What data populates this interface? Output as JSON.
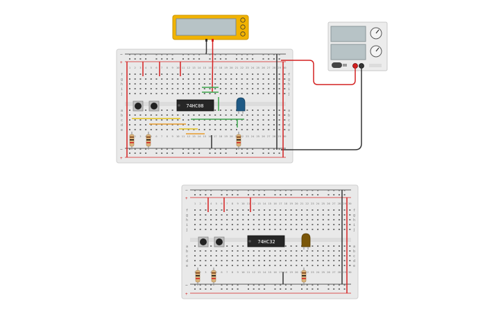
{
  "canvas": {
    "background": "#ffffff"
  },
  "multimeter": {
    "display_text": "",
    "body_color": "#f2b300",
    "screen_color": "#b7c3c6"
  },
  "power_supply": {
    "display_top": "",
    "display_bottom": ""
  },
  "breadboard_top": {
    "chip_label": "74HC08",
    "led_color": "#1f5a85",
    "row_letters_left": [
      "f",
      "g",
      "h",
      "i",
      "j",
      "a",
      "b",
      "c",
      "d",
      "e"
    ],
    "column_numbers": [
      "1",
      "2",
      "3",
      "4",
      "5",
      "6",
      "7",
      "8",
      "9",
      "10",
      "11",
      "12",
      "13",
      "14",
      "15",
      "16",
      "17",
      "18",
      "19",
      "20",
      "21",
      "22",
      "23",
      "24",
      "25",
      "26",
      "27",
      "28",
      "29",
      "30"
    ]
  },
  "breadboard_bottom": {
    "chip_label": "74HC32",
    "led_color": "#7a5608",
    "row_letters_left": [
      "f",
      "g",
      "h",
      "i",
      "j",
      "a",
      "b",
      "c",
      "d",
      "e"
    ],
    "column_numbers": [
      "1",
      "2",
      "3",
      "4",
      "5",
      "6",
      "7",
      "8",
      "9",
      "10",
      "11",
      "12",
      "13",
      "14",
      "15",
      "16",
      "17",
      "18",
      "19",
      "20",
      "21",
      "22",
      "23",
      "24",
      "25",
      "26",
      "27",
      "28",
      "29",
      "30"
    ]
  },
  "colors": {
    "board": "#e9e9e9",
    "rail_red": "#d42020",
    "rail_blue": "#2a2a2a",
    "wire_red": "#d42020",
    "wire_black": "#333333",
    "wire_green": "#3aa64a",
    "wire_yellow": "#e6c21a",
    "wire_orange": "#e79a2a"
  }
}
